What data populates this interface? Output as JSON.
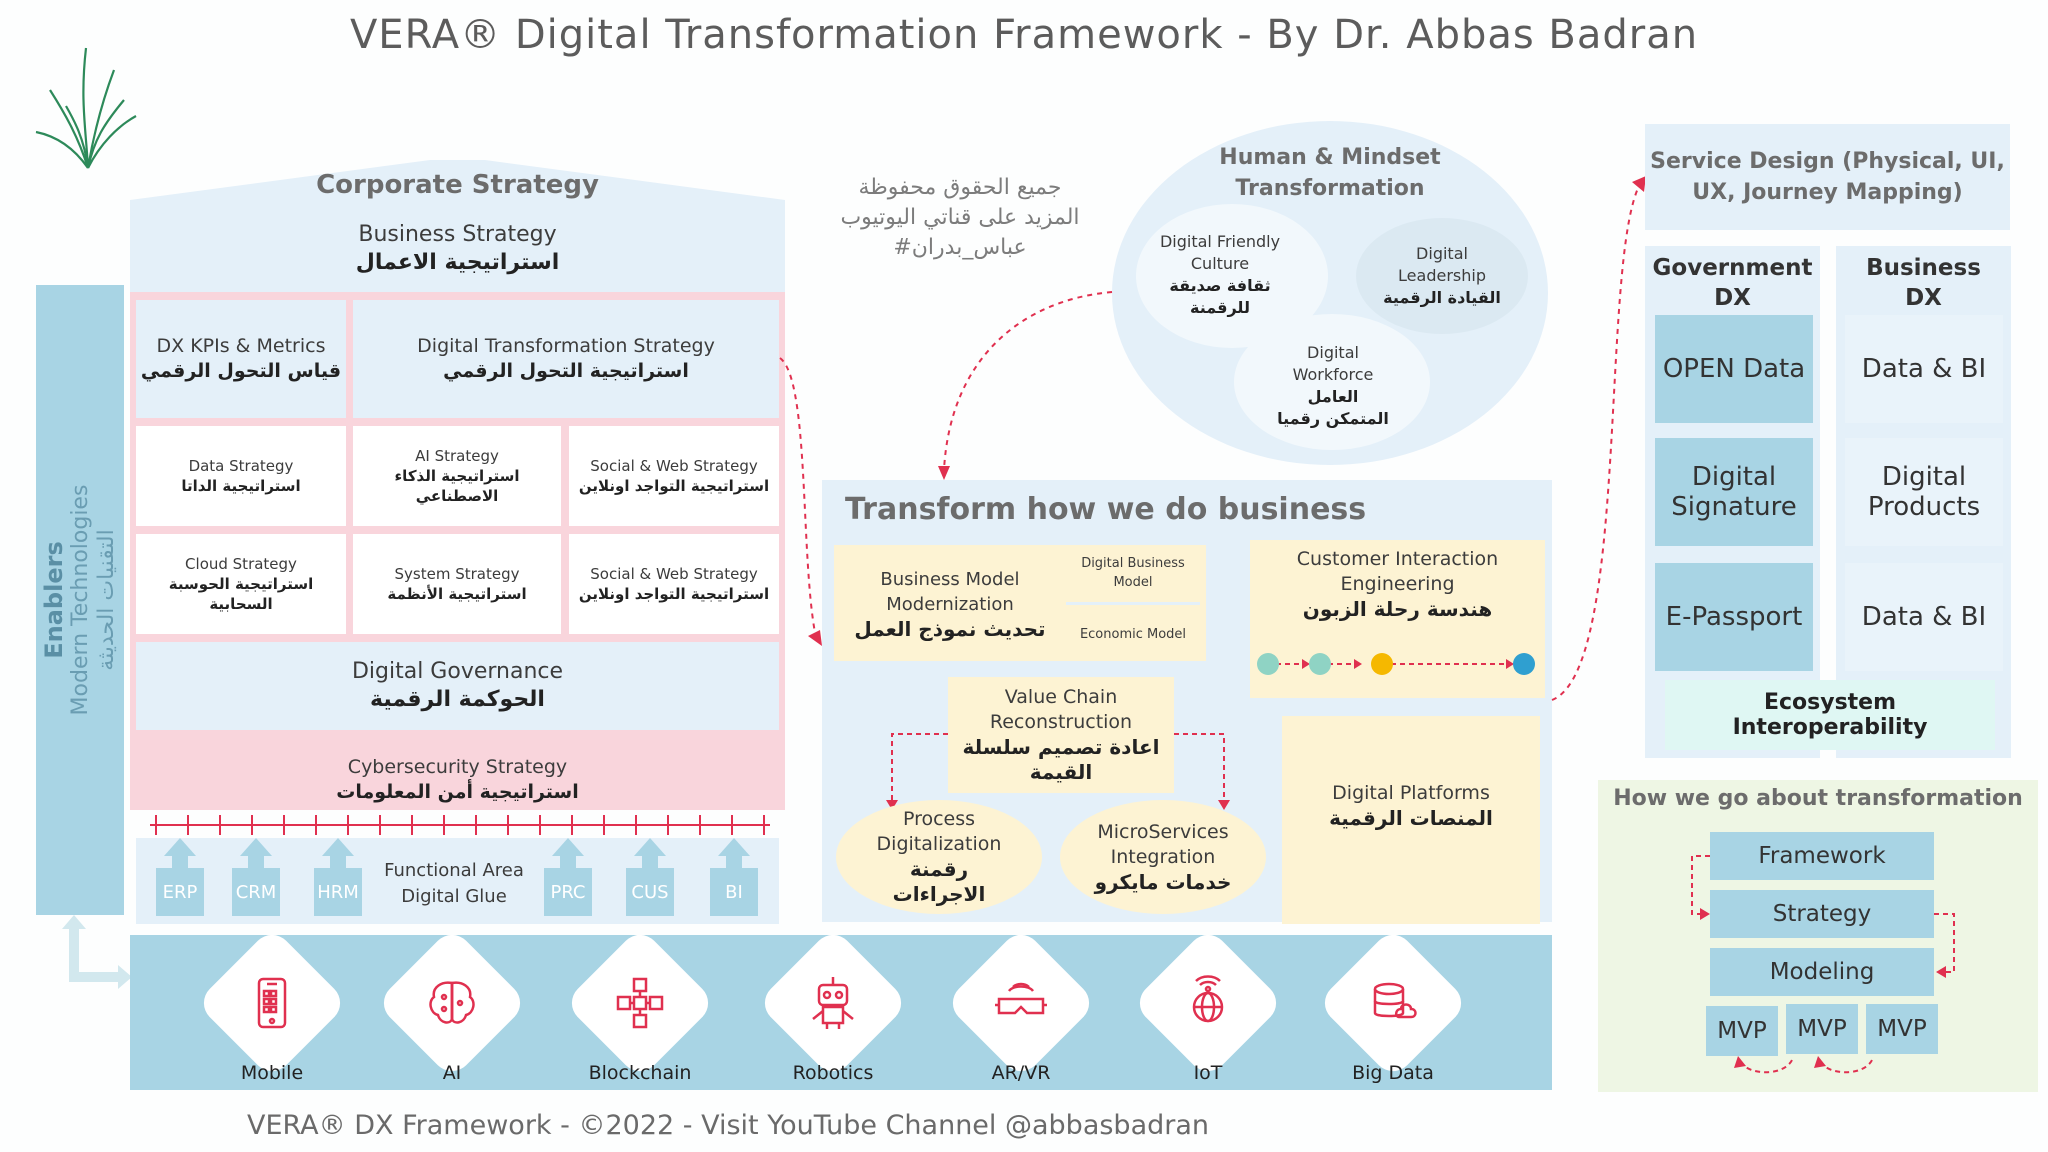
{
  "title": "VERA® Digital Transformation Framework - By Dr. Abbas Badran",
  "footer": "VERA® DX Framework - ©2022 - Visit YouTube Channel @abbasbadran",
  "watermark": {
    "line1": "جميع الحقوق محفوظة",
    "line2": "المزيد على قناتي اليوتيوب",
    "line3": "#عباس_بدران"
  },
  "enablers": {
    "title": "Enablers",
    "subtitle": "Modern Technologies",
    "arabic": "التقنيات الحديثة"
  },
  "corporate": {
    "title": "Corporate Strategy",
    "business": {
      "en": "Business Strategy",
      "ar": "استراتيجية الاعمال"
    },
    "kpis": {
      "en": "DX KPIs & Metrics",
      "ar": "قياس التحول الرقمي"
    },
    "dts": {
      "en": "Digital Transformation Strategy",
      "ar": "استراتيجية التحول الرقمي"
    },
    "grid": [
      {
        "en": "Data Strategy",
        "ar": "استراتيجية الداتا"
      },
      {
        "en": "AI Strategy",
        "ar": "استراتيجية الذكاء الاصطناعي"
      },
      {
        "en": "Social & Web Strategy",
        "ar": "استراتيجية التواجد اونلاين"
      },
      {
        "en": "Cloud Strategy",
        "ar": "استراتيجية الحوسبة السحابية"
      },
      {
        "en": "System Strategy",
        "ar": "استراتيجية الأنظمة"
      },
      {
        "en": "Social & Web Strategy",
        "ar": "استراتيجية التواجد اونلاين"
      }
    ],
    "governance": {
      "en": "Digital Governance",
      "ar": "الحوكمة الرقمية"
    },
    "cyber": {
      "en": "Cybersecurity Strategy",
      "ar": "استراتيجية أمن المعلومات"
    }
  },
  "functional": {
    "label1": "Functional Area",
    "label2": "Digital Glue",
    "left": [
      "ERP",
      "CRM",
      "HRM"
    ],
    "right": [
      "PRC",
      "CUS",
      "BI"
    ]
  },
  "technologies": [
    {
      "label": "Mobile",
      "icon": "mobile-icon"
    },
    {
      "label": "AI",
      "icon": "brain-icon"
    },
    {
      "label": "Blockchain",
      "icon": "blockchain-icon"
    },
    {
      "label": "Robotics",
      "icon": "robot-icon"
    },
    {
      "label": "AR/VR",
      "icon": "vr-headset-icon"
    },
    {
      "label": "IoT",
      "icon": "iot-globe-icon"
    },
    {
      "label": "Big Data",
      "icon": "big-data-icon"
    }
  ],
  "human": {
    "title1": "Human & Mindset",
    "title2": "Transformation",
    "culture": {
      "en1": "Digital Friendly",
      "en2": "Culture",
      "ar1": "ثقافة صديقة",
      "ar2": "للرقمنة"
    },
    "leadership": {
      "en1": "Digital",
      "en2": "Leadership",
      "ar": "القيادة الرقمية"
    },
    "workforce": {
      "en1": "Digital",
      "en2": "Workforce",
      "ar1": "العامل",
      "ar2": "المتمكن رقميا"
    }
  },
  "transform": {
    "title": "Transform how we do business",
    "bmm": {
      "en1": "Business Model",
      "en2": "Modernization",
      "ar": "تحديث نموذج العمل",
      "dbm1": "Digital Business",
      "dbm2": "Model",
      "econ": "Economic Model"
    },
    "cie": {
      "en1": "Customer Interaction",
      "en2": "Engineering",
      "ar": "هندسة رحلة الزبون"
    },
    "vcr": {
      "en1": "Value Chain",
      "en2": "Reconstruction",
      "ar1": "اعادة تصميم سلسلة",
      "ar2": "القيمة"
    },
    "process": {
      "en1": "Process",
      "en2": "Digitalization",
      "ar1": "رقمنة",
      "ar2": "الاجراءات"
    },
    "micro": {
      "en1": "MicroServices",
      "en2": "Integration",
      "ar": "خدمات مايكرو"
    },
    "platforms": {
      "en": "Digital Platforms",
      "ar": "المنصات الرقمية"
    },
    "journey_colors": [
      "#8fd3c4",
      "#8fd3c4",
      "#f5b800",
      "#2f9fd0"
    ]
  },
  "service": {
    "title1": "Service Design (Physical, UI,",
    "title2": "UX, Journey Mapping)",
    "gov": {
      "h1": "Government",
      "h2": "DX",
      "items": [
        "OPEN Data",
        "Digital|Signature",
        "E-Passport"
      ]
    },
    "biz": {
      "h1": "Business",
      "h2": "DX",
      "items": [
        "Data & BI",
        "Digital|Products",
        "Data & BI"
      ]
    },
    "eco": "Ecosystem Interoperability"
  },
  "how": {
    "title": "How we go about transformation",
    "steps": [
      "Framework",
      "Strategy",
      "Modeling"
    ],
    "mvps": [
      "MVP",
      "MVP",
      "MVP"
    ]
  },
  "colors": {
    "accent_red": "#e0304f",
    "light_blue": "#e4f0f9",
    "mid_blue": "#a8d4e4",
    "pink": "#f9d5dc",
    "cream": "#fdf3d3",
    "green_panel": "#eef6e4"
  }
}
